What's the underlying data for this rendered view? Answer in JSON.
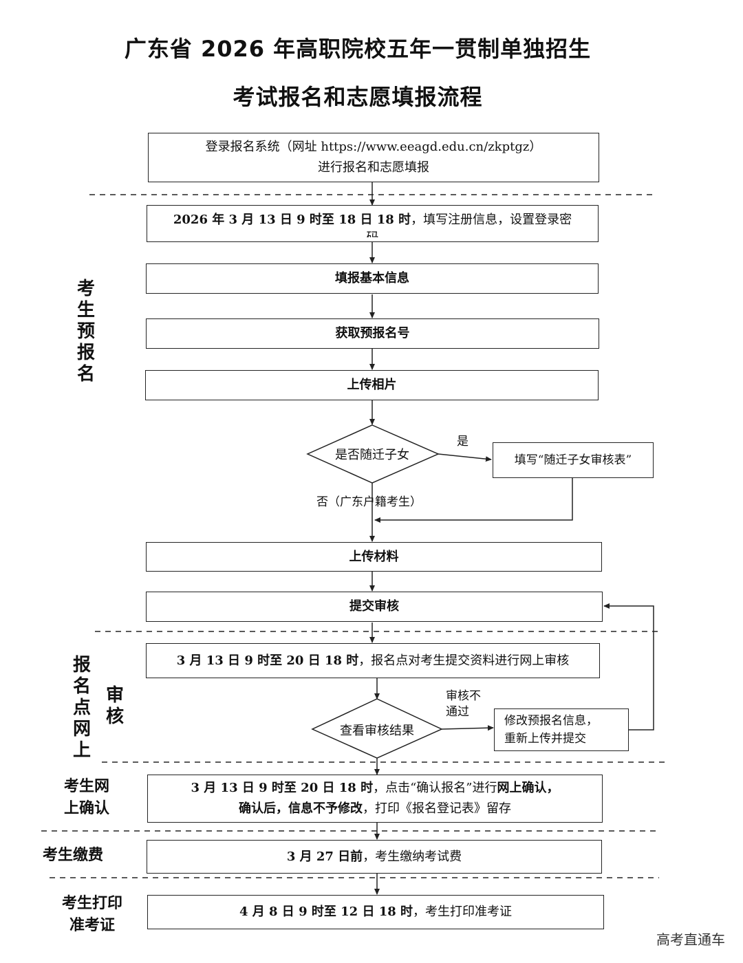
{
  "title": {
    "line1": "广东省 2026 年高职院校五年一贯制单独招生",
    "line2": "考试报名和志愿填报流程"
  },
  "steps": {
    "login_line1": "登录报名系统（网址 https://www.eeagd.edu.cn/zkptgz）",
    "login_line2": "进行报名和志愿填报",
    "register_bold": "2026 年 3 月 13 日 9 时至 18 日 18 时",
    "register_rest": "，填写注册信息，设置登录密",
    "register_cut": "码",
    "basic_info": "填报基本信息",
    "pre_number": "获取预报名号",
    "upload_photo": "上传相片",
    "migrant_question": "是否随迁子女",
    "migrant_yes": "是",
    "migrant_form": "填写“随迁子女审核表”",
    "migrant_no": "否（广东户籍考生）",
    "upload_materials": "上传材料",
    "submit_review": "提交审核",
    "review_bold": "3 月 13 日 9 时至 20 日 18 时",
    "review_rest": "，报名点对考生提交资料进行网上审核",
    "check_result": "查看审核结果",
    "fail_label_1": "审核不",
    "fail_label_2": "通过",
    "modify_line1": "修改预报名信息，",
    "modify_line2": "重新上传并提交",
    "confirm_bold": "3 月 13 日 9 时至 20 日 18 时",
    "confirm_rest1": "，点击“确认报名”进行",
    "confirm_bold2": "网上确认，",
    "confirm_bold3": "确认后，信息不予修改",
    "confirm_rest2": "，打印《报名登记表》留存",
    "pay_bold": "3 月 27 日前",
    "pay_rest": "，考生缴纳考试费",
    "print_bold": "4 月 8 日 9 时至 12 日 18 时",
    "print_rest": "，考生打印准考证"
  },
  "sections": {
    "pre_register": "考生预报名",
    "online_review_a": "报名点网上",
    "online_review_b": "审核",
    "online_confirm": "考生网上确认",
    "payment": "考生缴费",
    "print_ticket": "考生打印准考证"
  },
  "watermark": "高考直通车"
}
